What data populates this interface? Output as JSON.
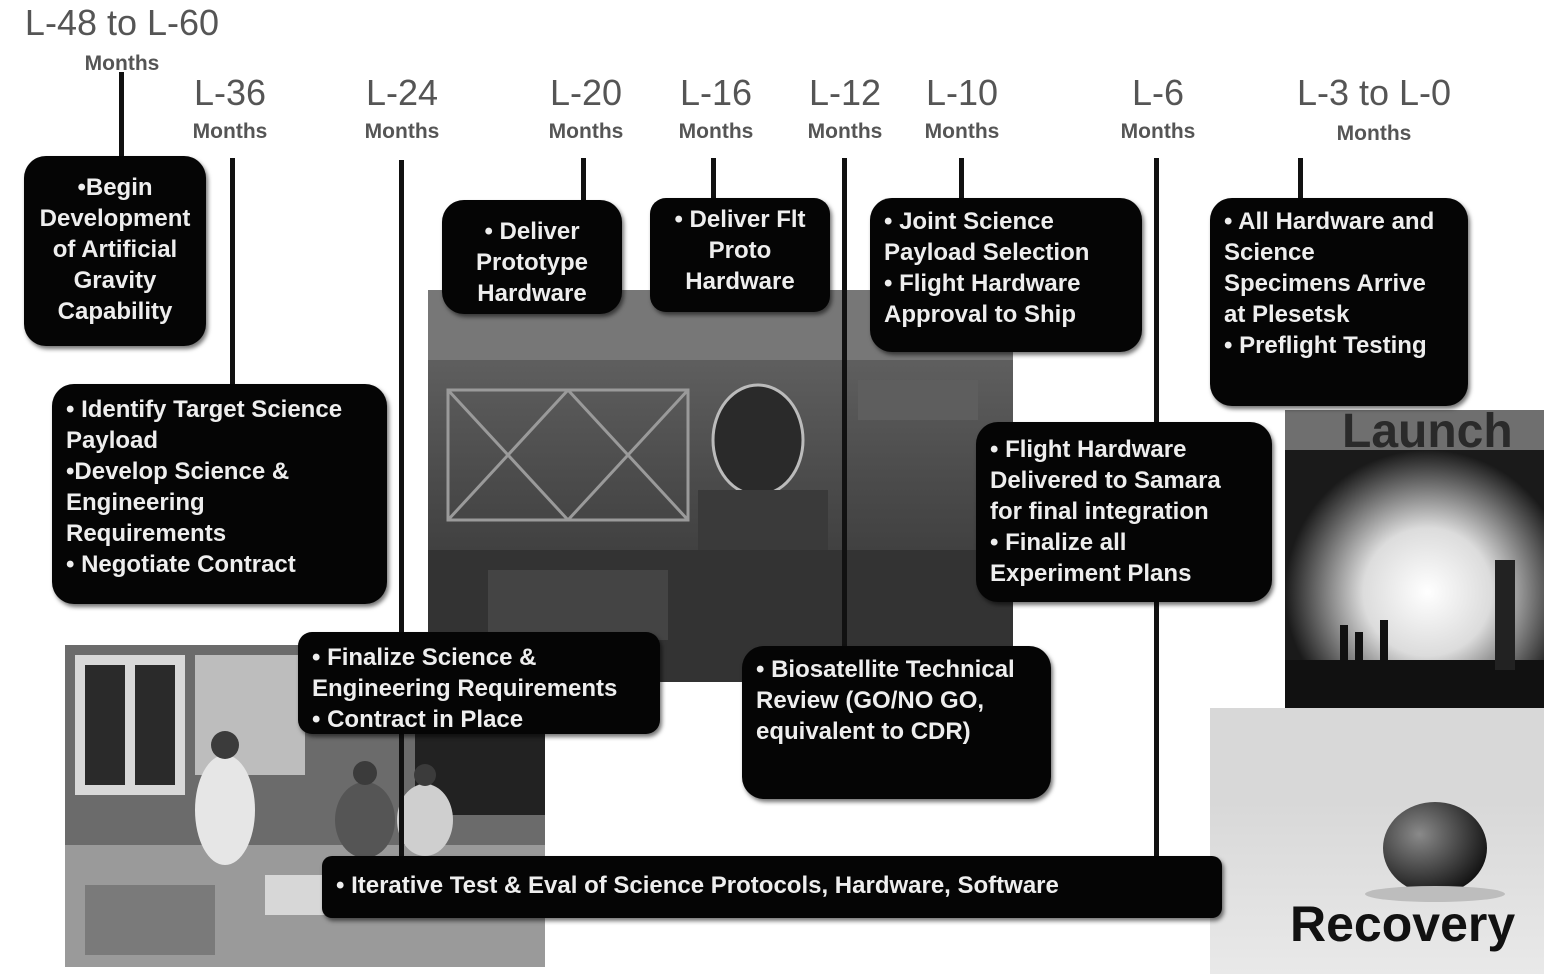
{
  "milestones": [
    {
      "label": "L-48 to L-60",
      "unit": "Months"
    },
    {
      "label": "L-36",
      "unit": "Months"
    },
    {
      "label": "L-24",
      "unit": "Months"
    },
    {
      "label": "L-20",
      "unit": "Months"
    },
    {
      "label": "L-16",
      "unit": "Months"
    },
    {
      "label": "L-12",
      "unit": "Months"
    },
    {
      "label": "L-10",
      "unit": "Months"
    },
    {
      "label": "L-6",
      "unit": "Months"
    },
    {
      "label": "L-3 to L-0",
      "unit": "Months"
    }
  ],
  "boxes": {
    "begin_development": [
      "•Begin",
      "Development",
      "of Artificial",
      "Gravity",
      "Capability"
    ],
    "identify_target": [
      "• Identify Target Science",
      "Payload",
      "•Develop Science &",
      "Engineering",
      "Requirements",
      "• Negotiate Contract"
    ],
    "finalize_science": [
      "• Finalize Science &",
      "Engineering Requirements",
      "• Contract in Place"
    ],
    "deliver_prototype": [
      "• Deliver",
      "Prototype",
      "Hardware"
    ],
    "deliver_flt_proto": [
      "• Deliver Flt",
      "Proto",
      "Hardware"
    ],
    "biosatellite_review": [
      "• Biosatellite Technical",
      "Review (GO/NO GO,",
      "equivalent to CDR)"
    ],
    "joint_science": [
      "• Joint Science",
      "Payload Selection",
      "• Flight Hardware",
      "Approval to Ship"
    ],
    "flight_hw_delivered": [
      "• Flight Hardware",
      "Delivered to Samara",
      "for final integration",
      "• Finalize all",
      "Experiment Plans"
    ],
    "all_hardware": [
      "• All Hardware and",
      "Science",
      "Specimens Arrive",
      "at Plesetsk",
      "• Preflight Testing"
    ],
    "iterative_test": [
      "• Iterative Test & Eval of Science Protocols, Hardware, Software"
    ]
  },
  "photos": {
    "launch_label": "Launch",
    "recovery_label": "Recovery"
  }
}
